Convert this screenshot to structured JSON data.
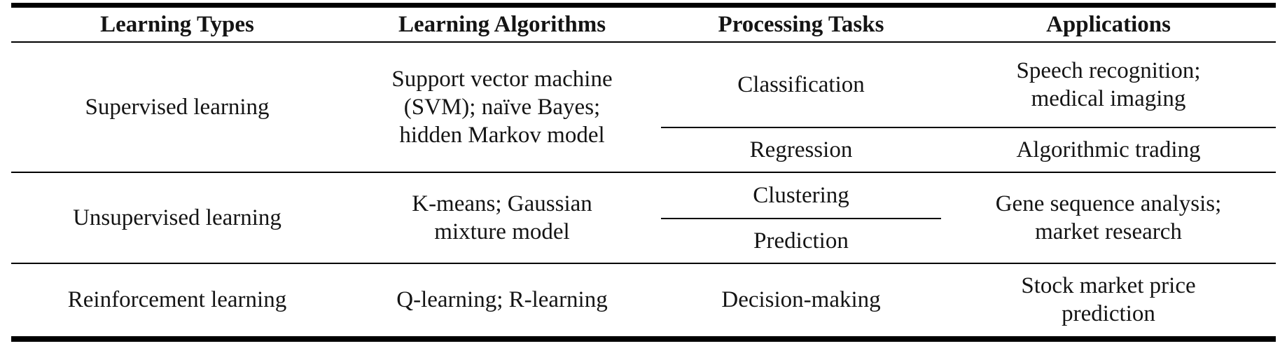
{
  "colors": {
    "background": "#ffffff",
    "text": "#141414",
    "rule": "#000000"
  },
  "table": {
    "headers": [
      "Learning Types",
      "Learning Algorithms",
      "Processing Tasks",
      "Applications"
    ],
    "groups": [
      {
        "learning_type": "Supervised learning",
        "algorithms": "Support vector machine\n(SVM); naïve Bayes;\nhidden Markov model",
        "tasks": [
          {
            "task": "Classification",
            "application": "Speech recognition;\nmedical imaging"
          },
          {
            "task": "Regression",
            "application": "Algorithmic trading"
          }
        ]
      },
      {
        "learning_type": "Unsupervised learning",
        "algorithms": "K-means; Gaussian\nmixture model",
        "tasks": [
          {
            "task": "Clustering"
          },
          {
            "task": "Prediction"
          }
        ],
        "application_shared": "Gene sequence analysis;\nmarket research"
      },
      {
        "learning_type": "Reinforcement learning",
        "algorithms": "Q-learning; R-learning",
        "tasks": [
          {
            "task": "Decision-making",
            "application": "Stock market price\nprediction"
          }
        ]
      }
    ]
  }
}
